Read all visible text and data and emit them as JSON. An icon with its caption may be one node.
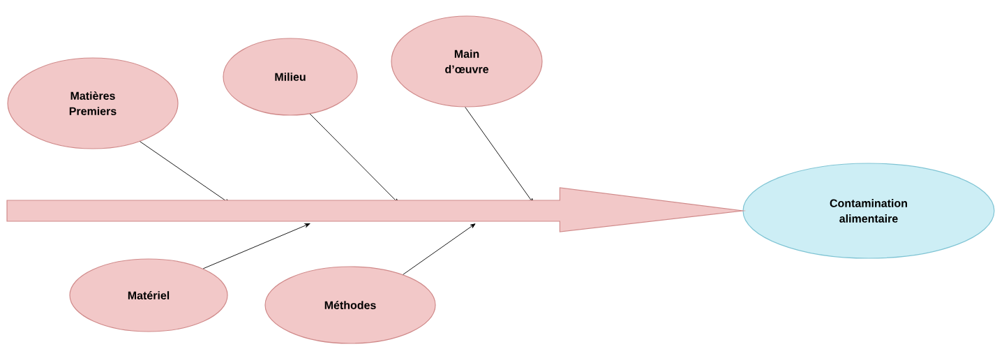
{
  "diagram": {
    "nodes": [
      {
        "text": [
          "Matières Premiers"
        ]
      },
      {
        "text": [
          "Milieu"
        ]
      },
      {
        "text": [
          "Main d’œuvre"
        ]
      },
      {
        "text": [
          "Contamination alimentaire"
        ]
      },
      {
        "text": [
          "Matériel"
        ]
      },
      {
        "text": [
          "Méthodes"
        ]
      }
    ],
    "edges": [
      {
        "from": 0,
        "to": null,
        "arrow": "to"
      },
      {
        "from": 1,
        "to": null,
        "arrow": "to"
      },
      {
        "from": 2,
        "to": null,
        "arrow": "to"
      },
      {
        "from": 4,
        "to": null,
        "arrow": "to"
      },
      {
        "from": 5,
        "to": null,
        "arrow": "to"
      },
      {
        "from": null,
        "to": 3,
        "arrow": "to",
        "style": "thick"
      }
    ]
  }
}
